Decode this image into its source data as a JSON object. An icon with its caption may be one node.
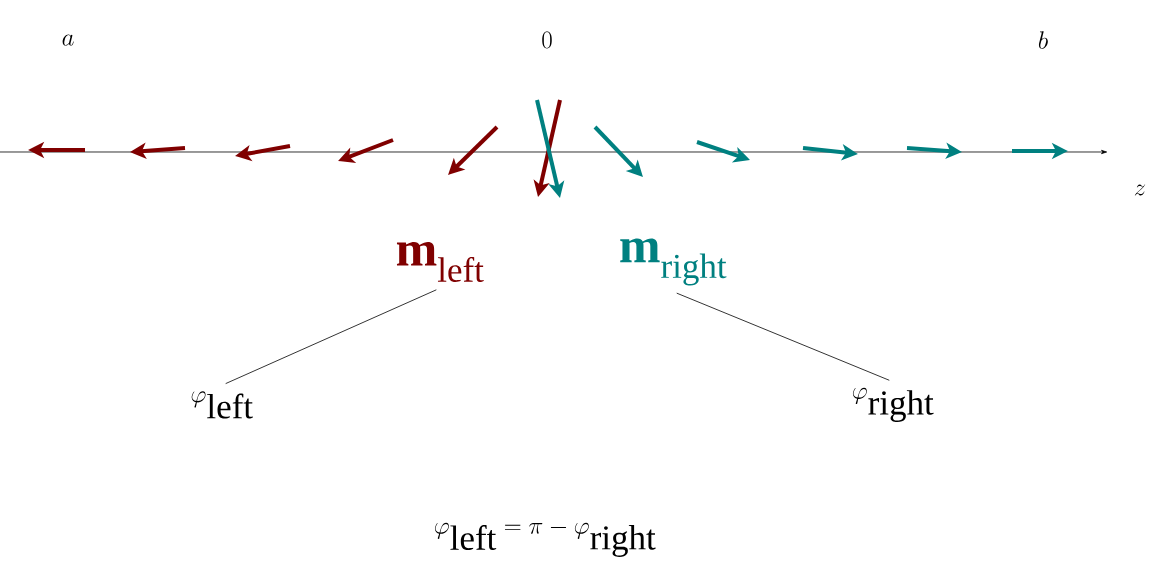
{
  "diagram": {
    "nodes": [
      {
        "text": [
          "\\mathbf{m}_{\\mathrm{left}}"
        ]
      },
      {
        "text": [
          "\\mathbf{m}_{\\mathrm{right}}"
        ]
      },
      {
        "text": [
          "\\varphi_{\\mathrm{left}}"
        ]
      },
      {
        "text": [
          "\\varphi_{\\mathrm{right}}"
        ]
      }
    ],
    "edges": [
      {
        "from": 2,
        "to": 0,
        "arrow": "none"
      },
      {
        "from": 3,
        "to": 1,
        "arrow": "none"
      }
    ],
    "labels": [
      "a",
      "0",
      "b",
      "z",
      "\\varphi_{\\mathrm{left}} = \\pi - \\varphi_{\\mathrm{right}}"
    ]
  }
}
